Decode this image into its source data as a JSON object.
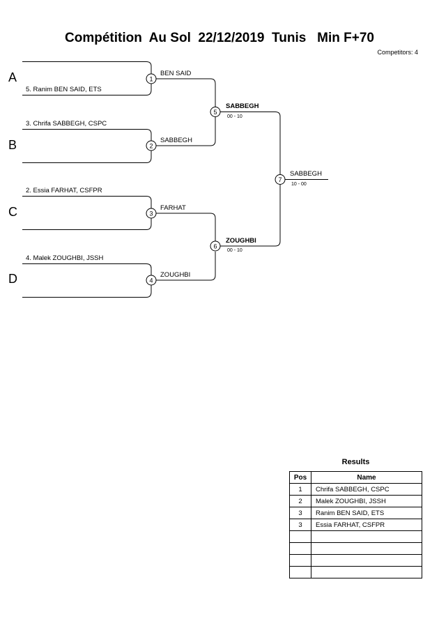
{
  "title": "Compétition  Au Sol  22/12/2019  Tunis   Min F+70",
  "competitors": "Competitors: 4",
  "pools": [
    "A",
    "B",
    "C",
    "D"
  ],
  "entrants": [
    "5. Ranim BEN SAID, ETS",
    "3. Chrifa SABBEGH, CSPC",
    "2. Essia FARHAT, CSFPR",
    "4. Malek ZOUGHBI, JSSH"
  ],
  "matches": [
    {
      "num": "1",
      "winner": "BEN SAID",
      "score": ""
    },
    {
      "num": "2",
      "winner": "SABBEGH",
      "score": ""
    },
    {
      "num": "3",
      "winner": "FARHAT",
      "score": ""
    },
    {
      "num": "4",
      "winner": "ZOUGHBI",
      "score": ""
    },
    {
      "num": "5",
      "winner": "SABBEGH",
      "score": "00 - 10"
    },
    {
      "num": "6",
      "winner": "ZOUGHBI",
      "score": "00 - 10"
    },
    {
      "num": "7",
      "winner": "SABBEGH",
      "score": "10 - 00"
    }
  ],
  "results": {
    "title": "Results",
    "headers": {
      "pos": "Pos",
      "name": "Name"
    },
    "rows": [
      {
        "pos": "1",
        "name": "Chrifa SABBEGH, CSPC"
      },
      {
        "pos": "2",
        "name": "Malek ZOUGHBI, JSSH"
      },
      {
        "pos": "3",
        "name": "Ranim BEN SAID, ETS"
      },
      {
        "pos": "3",
        "name": "Essia FARHAT, CSFPR"
      },
      {
        "pos": "",
        "name": ""
      },
      {
        "pos": "",
        "name": ""
      },
      {
        "pos": "",
        "name": ""
      },
      {
        "pos": "",
        "name": ""
      }
    ]
  }
}
